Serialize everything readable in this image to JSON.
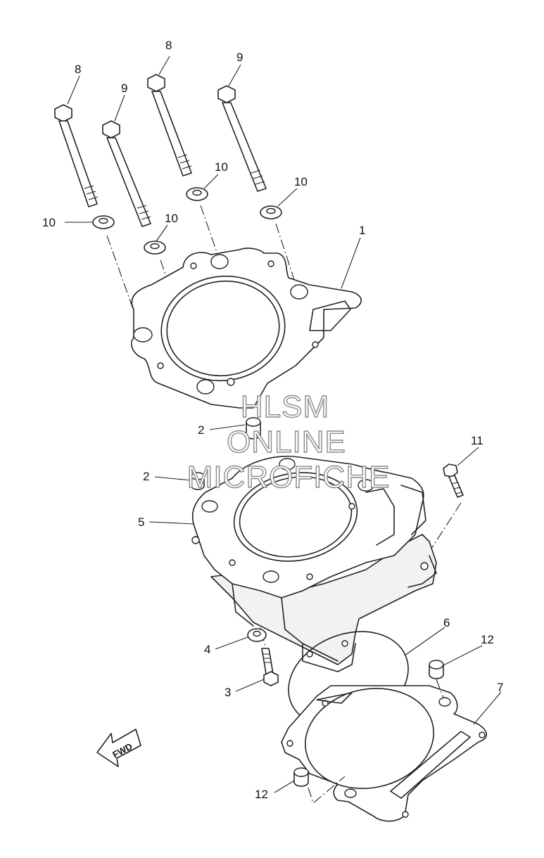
{
  "watermark": {
    "line1": "HLSM",
    "line2": "ONLINE",
    "line3": "MICROFICHE"
  },
  "direction_arrow": {
    "label": "FWD"
  },
  "callouts": [
    {
      "id": "c1",
      "label": "1"
    },
    {
      "id": "c2a",
      "label": "2"
    },
    {
      "id": "c2b",
      "label": "2"
    },
    {
      "id": "c3",
      "label": "3"
    },
    {
      "id": "c4",
      "label": "4"
    },
    {
      "id": "c5",
      "label": "5"
    },
    {
      "id": "c6",
      "label": "6"
    },
    {
      "id": "c7",
      "label": "7"
    },
    {
      "id": "c8a",
      "label": "8"
    },
    {
      "id": "c8b",
      "label": "8"
    },
    {
      "id": "c9a",
      "label": "9"
    },
    {
      "id": "c9b",
      "label": "9"
    },
    {
      "id": "c10a",
      "label": "10"
    },
    {
      "id": "c10b",
      "label": "10"
    },
    {
      "id": "c10c",
      "label": "10"
    },
    {
      "id": "c10d",
      "label": "10"
    },
    {
      "id": "c11",
      "label": "11"
    },
    {
      "id": "c12a",
      "label": "12"
    },
    {
      "id": "c12b",
      "label": "12"
    }
  ]
}
